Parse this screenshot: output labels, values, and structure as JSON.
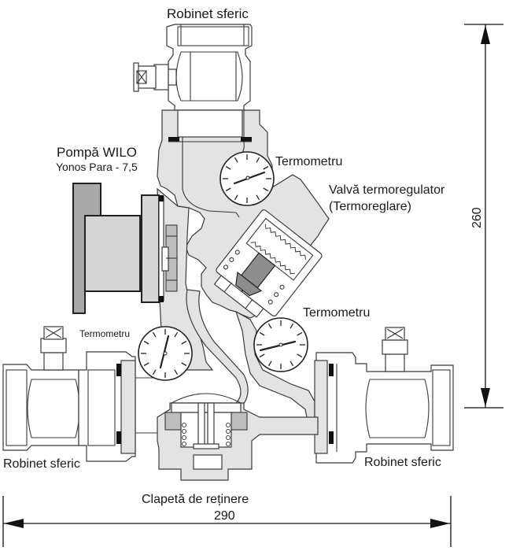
{
  "diagram": {
    "subject": "Hydraulic mixing group cross-section",
    "labels": {
      "top_ball_valve": "Robinet sferic",
      "pump_line1": "Pompă WILO",
      "pump_line2": "Yonos Para - 7,5",
      "thermometer_top": "Termometru",
      "thermo_valve_line1": "Valvă termoregulator",
      "thermo_valve_line2": "(Termoreglare)",
      "thermometer_right": "Termometru",
      "thermometer_left": "Termometru",
      "left_ball_valve": "Robinet sferic",
      "right_ball_valve": "Robinet sferic",
      "check_valve": "Clapetă de reținere"
    },
    "dimensions": {
      "height": "260",
      "width": "290"
    },
    "colors": {
      "body_fill": "#e3e3e3",
      "pump_dark": "#a9a9a9",
      "pump_light": "#d6d6d6",
      "actuator": "#8d8d8d",
      "outline": "#3a3a3a"
    }
  }
}
